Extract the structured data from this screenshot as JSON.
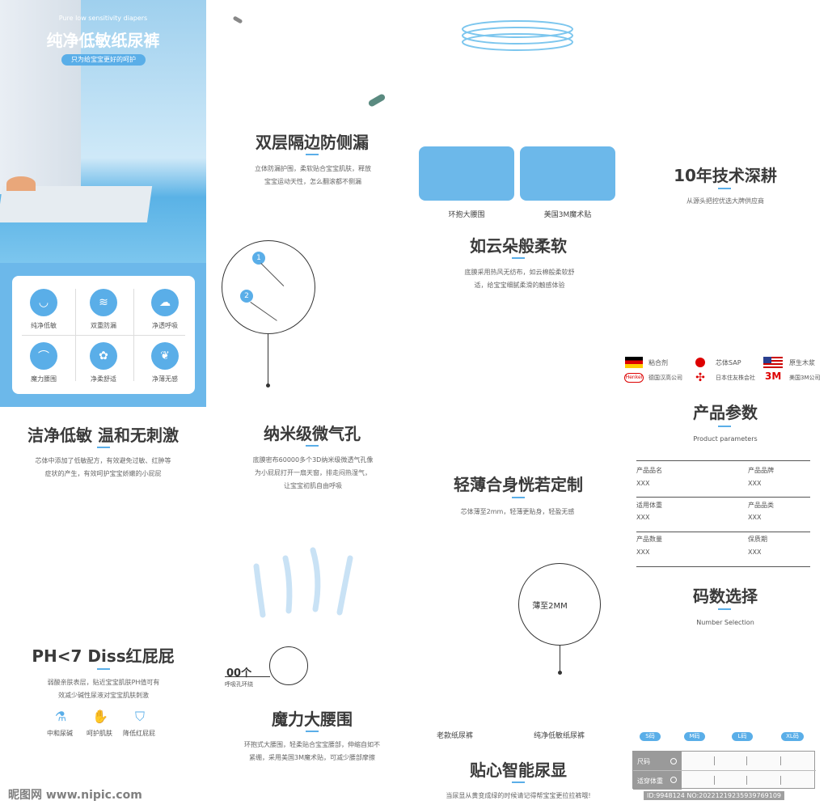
{
  "hero": {
    "subtitle": "Pure low sensitivity diapers",
    "title": "纯净低敏纸尿裤",
    "tag": "只为给宝宝更好的呵护"
  },
  "features": [
    {
      "label": "纯净低敏",
      "icon": "diaper-icon"
    },
    {
      "label": "双重防漏",
      "icon": "layers-icon"
    },
    {
      "label": "净透呼吸",
      "icon": "breath-icon"
    },
    {
      "label": "魔力腰围",
      "icon": "waist-icon"
    },
    {
      "label": "净柔舒适",
      "icon": "cotton-icon"
    },
    {
      "label": "净薄无感",
      "icon": "leaf-icon"
    }
  ],
  "s_clean": {
    "title": "洁净低敏 温和无刺激",
    "desc": "芯体中添加了低敏配方，有效避免过敏、红肿等症状的产生，有效呵护宝宝娇嫩的小屁屁"
  },
  "s_ph": {
    "title": "PH<7 Diss红屁屁",
    "desc": "弱酸亲肤表层，贴近宝宝肌肤PH值可有效减少碱性尿液对宝宝肌肤刺激",
    "icons": [
      "中和尿碱",
      "呵护肌肤",
      "降低红屁屁"
    ]
  },
  "s_leak": {
    "title": "双层隔边防侧漏",
    "desc": "立体防漏护围，柔软贴合宝宝肌肤，释放宝宝运动天性，怎么翻滚都不侧漏"
  },
  "s_nano": {
    "title": "纳米级微气孔",
    "desc": "底膜密布60000多个3D纳米级微透气孔像为小屁屁打开一扇天窗，排走闷热湿气，让宝宝初肌自由呼吸",
    "markers": [
      "1",
      "2"
    ]
  },
  "s_breath": {
    "count": "00个",
    "caption": "呼吸孔环绕"
  },
  "s_waist": {
    "title": "魔力大腰围",
    "desc": "环抱式大腰围，轻柔贴合宝宝腰部，伸缩自如不紧绷，采用美国3M魔术贴，可减少腰部摩擦"
  },
  "s_cloud": {
    "boxes": [
      "环抱大腰围",
      "美国3M魔术贴"
    ],
    "title": "如云朵般柔软",
    "desc": "底膜采用热风无纺布，如云棉般柔软舒适，给宝宝细腻柔滑的触感体验"
  },
  "s_thin": {
    "title": "轻薄合身恍若定制",
    "desc": "芯体薄至2mm，轻薄更贴身，轻盈无感",
    "circle": "薄至2MM"
  },
  "s_compare": {
    "left": "老款纸尿裤",
    "right": "纯净低敏纸尿裤"
  },
  "s_smart": {
    "title": "贴心智能尿显",
    "desc": "当尿显从黄变成绿的时候请记得帮宝宝更拉拉裤哦!"
  },
  "s_tech": {
    "title": "10年技术深耕",
    "desc": "从源头把控优选大牌供应商"
  },
  "brands": [
    {
      "label": "粘合剂",
      "co": "德国汉高公司",
      "logo": "Henkel"
    },
    {
      "label": "芯体SAP",
      "co": "日本住友株会社"
    },
    {
      "label": "原生木浆",
      "co": "美国3M公司",
      "logo": "3M"
    }
  ],
  "params": {
    "title": "产品参数",
    "subtitle": "Product parameters",
    "rows": [
      [
        "产品品名",
        "XXX",
        "产品品牌",
        "XXX"
      ],
      [
        "适用体重",
        "XXX",
        "产品品类",
        "XXX"
      ],
      [
        "产品数量",
        "XXX",
        "保质期",
        "XXX"
      ]
    ]
  },
  "size": {
    "title": "码数选择",
    "subtitle": "Number Selection",
    "tags": [
      "S码",
      "M码",
      "L码",
      "XL码"
    ],
    "rows": [
      "尺码",
      "适穿体重"
    ]
  },
  "watermark": {
    "left": "昵图网 www.nipic.com",
    "right": "ID:9948124 NO:20221219235939769109"
  },
  "colors": {
    "accent": "#5aaee8"
  }
}
